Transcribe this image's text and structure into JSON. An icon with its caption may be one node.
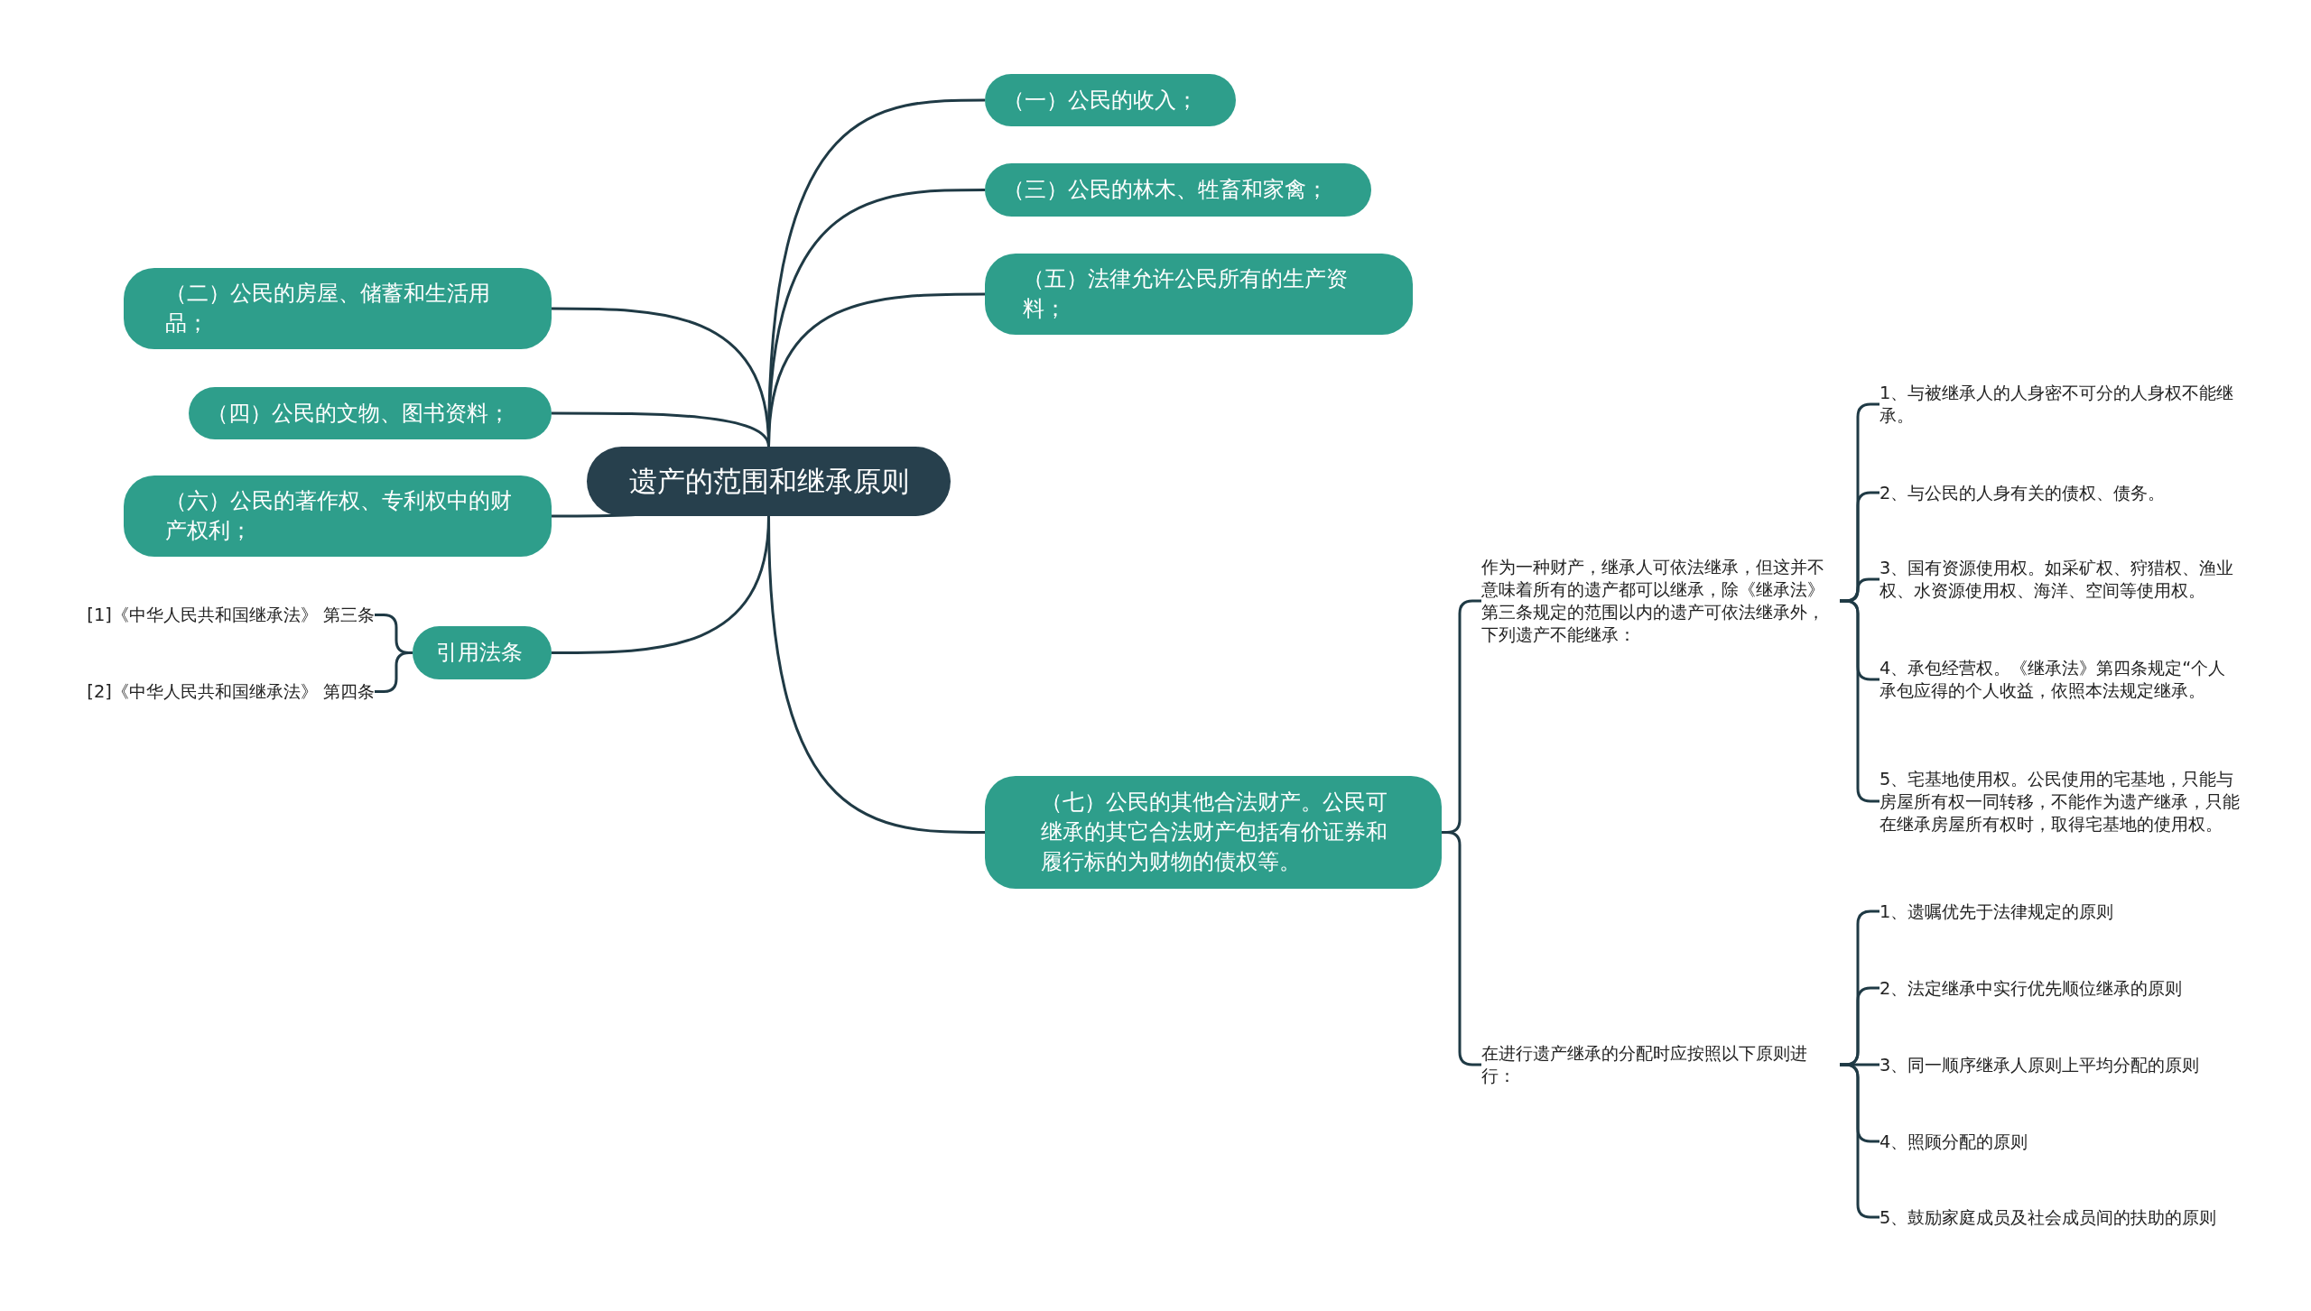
{
  "diagram": {
    "nodes": [
      {
        "text": [
          "遗产的范围和继承原则"
        ]
      },
      {
        "text": [
          "（一）公民的收入；"
        ]
      },
      {
        "text": [
          "（三）公民的林木、牲畜和家禽；"
        ]
      },
      {
        "text": [
          "（五）法律允许公民所有的生产资料；"
        ]
      },
      {
        "text": [
          "（二）公民的房屋、储蓄和生活用品；"
        ]
      },
      {
        "text": [
          "（四）公民的文物、图书资料；"
        ]
      },
      {
        "text": [
          "（六）公民的著作权、专利权中的财产权利；"
        ]
      },
      {
        "text": [
          "引用法条"
        ]
      },
      {
        "text": [
          "[1]《中华人民共和国继承法》 第三条"
        ]
      },
      {
        "text": [
          "[2]《中华人民共和国继承法》 第四条"
        ]
      },
      {
        "text": [
          "（七）公民的其他合法财产。公民可继承的其它合法财产包括有价证券和履行标的为财物的债权等。"
        ]
      },
      {
        "text": [
          "作为一种财产，继承人可依法继承，但这并不意味着所有的遗产都可以继承，除《继承法》第三条规定的范围以内的遗产可依法继承外，下列遗产不能继承："
        ]
      },
      {
        "text": [
          "在进行遗产继承的分配时应按照以下原则进行："
        ]
      },
      {
        "text": [
          "1、与被继承人的人身密不可分的人身权不能继承。"
        ]
      },
      {
        "text": [
          "2、与公民的人身有关的债权、债务。"
        ]
      },
      {
        "text": [
          "3、国有资源使用权。如采矿权、狩猎权、渔业权、水资源使用权、海洋、空间等使用权。"
        ]
      },
      {
        "text": [
          "4、承包经营权。《继承法》第四条规定“个人承包应得的个人收益，依照本法规定继承。"
        ]
      },
      {
        "text": [
          "5、宅基地使用权。公民使用的宅基地，只能与房屋所有权一同转移，不能作为遗产继承，只能在继承房屋所有权时，取得宅基地的使用权。"
        ]
      },
      {
        "text": [
          "1、遗嘱优先于法律规定的原则"
        ]
      },
      {
        "text": [
          "2、法定继承中实行优先顺位继承的原则"
        ]
      },
      {
        "text": [
          "3、同一顺序继承人原则上平均分配的原则"
        ]
      },
      {
        "text": [
          "4、照顾分配的原则"
        ]
      },
      {
        "text": [
          "5、鼓励家庭成员及社会成员间的扶助的原则"
        ]
      }
    ],
    "edges": [
      {
        "from": 0,
        "to": 1,
        "arrow": "none"
      },
      {
        "from": 0,
        "to": 2,
        "arrow": "none"
      },
      {
        "from": 0,
        "to": 3,
        "arrow": "none"
      },
      {
        "from": 0,
        "to": 4,
        "arrow": "none"
      },
      {
        "from": 0,
        "to": 5,
        "arrow": "none"
      },
      {
        "from": 0,
        "to": 6,
        "arrow": "none"
      },
      {
        "from": 0,
        "to": 7,
        "arrow": "none"
      },
      {
        "from": 7,
        "to": 8,
        "arrow": "none"
      },
      {
        "from": 7,
        "to": 9,
        "arrow": "none"
      },
      {
        "from": 0,
        "to": 10,
        "arrow": "none"
      },
      {
        "from": 10,
        "to": 11,
        "arrow": "none"
      },
      {
        "from": 10,
        "to": 12,
        "arrow": "none"
      },
      {
        "from": 11,
        "to": 13,
        "arrow": "none"
      },
      {
        "from": 11,
        "to": 14,
        "arrow": "none"
      },
      {
        "from": 11,
        "to": 15,
        "arrow": "none"
      },
      {
        "from": 11,
        "to": 16,
        "arrow": "none"
      },
      {
        "from": 11,
        "to": 17,
        "arrow": "none"
      },
      {
        "from": 12,
        "to": 18,
        "arrow": "none"
      },
      {
        "from": 12,
        "to": 19,
        "arrow": "none"
      },
      {
        "from": 12,
        "to": 20,
        "arrow": "none"
      },
      {
        "from": 12,
        "to": 21,
        "arrow": "none"
      },
      {
        "from": 12,
        "to": 22,
        "arrow": "none"
      }
    ]
  }
}
